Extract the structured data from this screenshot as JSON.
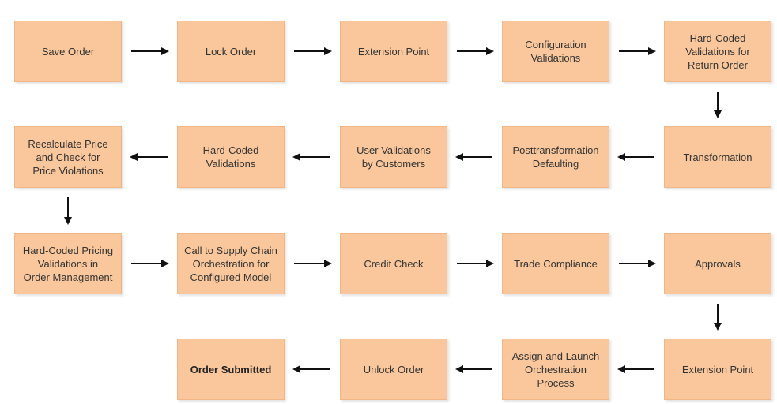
{
  "diagram": {
    "nodes": [
      {
        "id": "save-order",
        "label": "Save Order"
      },
      {
        "id": "lock-order",
        "label": "Lock Order"
      },
      {
        "id": "extension-point-1",
        "label": "Extension Point"
      },
      {
        "id": "configuration-validations",
        "label": "Configuration\nValidations"
      },
      {
        "id": "hard-coded-validations-return-order",
        "label": "Hard-Coded\nValidations for\nReturn Order"
      },
      {
        "id": "transformation",
        "label": "Transformation"
      },
      {
        "id": "posttransformation-defaulting",
        "label": "Posttransformation\nDefaulting"
      },
      {
        "id": "user-validations-by-customers",
        "label": "User Validations\nby Customers"
      },
      {
        "id": "hard-coded-validations",
        "label": "Hard-Coded\nValidations"
      },
      {
        "id": "recalculate-price",
        "label": "Recalculate Price\nand Check for\nPrice Violations"
      },
      {
        "id": "hard-coded-pricing-validations",
        "label": "Hard-Coded Pricing\nValidations in\nOrder Management"
      },
      {
        "id": "call-to-supply-chain-orchestration",
        "label": "Call to Supply Chain\nOrchestration for\nConfigured Model"
      },
      {
        "id": "credit-check",
        "label": "Credit Check"
      },
      {
        "id": "trade-compliance",
        "label": "Trade Compliance"
      },
      {
        "id": "approvals",
        "label": "Approvals"
      },
      {
        "id": "extension-point-2",
        "label": "Extension Point"
      },
      {
        "id": "assign-launch-orchestration",
        "label": "Assign and Launch\nOrchestration\nProcess"
      },
      {
        "id": "unlock-order",
        "label": "Unlock Order"
      },
      {
        "id": "order-submitted",
        "label": "Order Submitted"
      }
    ],
    "edges": [
      [
        "save-order",
        "lock-order"
      ],
      [
        "lock-order",
        "extension-point-1"
      ],
      [
        "extension-point-1",
        "configuration-validations"
      ],
      [
        "configuration-validations",
        "hard-coded-validations-return-order"
      ],
      [
        "hard-coded-validations-return-order",
        "transformation"
      ],
      [
        "transformation",
        "posttransformation-defaulting"
      ],
      [
        "posttransformation-defaulting",
        "user-validations-by-customers"
      ],
      [
        "user-validations-by-customers",
        "hard-coded-validations"
      ],
      [
        "hard-coded-validations",
        "recalculate-price"
      ],
      [
        "recalculate-price",
        "hard-coded-pricing-validations"
      ],
      [
        "hard-coded-pricing-validations",
        "call-to-supply-chain-orchestration"
      ],
      [
        "call-to-supply-chain-orchestration",
        "credit-check"
      ],
      [
        "credit-check",
        "trade-compliance"
      ],
      [
        "trade-compliance",
        "approvals"
      ],
      [
        "approvals",
        "extension-point-2"
      ],
      [
        "extension-point-2",
        "assign-launch-orchestration"
      ],
      [
        "assign-launch-orchestration",
        "unlock-order"
      ],
      [
        "unlock-order",
        "order-submitted"
      ]
    ],
    "colors": {
      "node_fill": "#f9c79b",
      "node_border": "#f1b684",
      "arrow": "#111111",
      "text": "#333333"
    }
  }
}
